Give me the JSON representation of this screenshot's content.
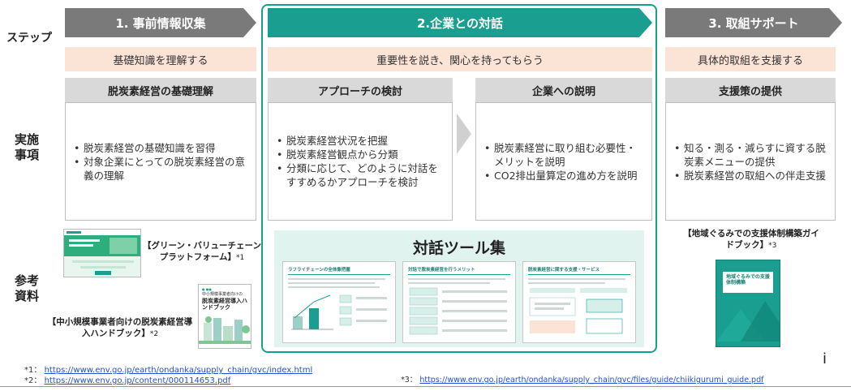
{
  "rows": {
    "step": "ステップ",
    "implementation": [
      "実施",
      "事項"
    ],
    "reference": [
      "参考",
      "資料"
    ]
  },
  "steps": [
    {
      "title": "1. 事前情報収集",
      "goal": "基礎知識を理解する"
    },
    {
      "title": "2.企業との対話",
      "goal": "重要性を説き、関心を持ってもらう"
    },
    {
      "title": "3. 取組サポート",
      "goal": "具体的取組を支援する"
    }
  ],
  "boxes": [
    {
      "header": "脱炭素経営の基礎理解",
      "bullets": [
        "脱炭素経営の基礎知識を習得",
        "対象企業にとっての脱炭素経営の意義の理解"
      ]
    },
    {
      "header": "アプローチの検討",
      "bullets": [
        "脱炭素経営状況を把握",
        "脱炭素経営観点から分類",
        "分類に応じて、どのように対話をすすめるかアプローチを検討"
      ]
    },
    {
      "header": "企業への説明",
      "bullets": [
        "脱炭素経営に取り組む必要性・メリットを説明",
        "CO2排出量算定の進め方を説明"
      ]
    },
    {
      "header": "支援策の提供",
      "bullets": [
        "知る・測る・減らすに資する脱炭素メニューの提供",
        "脱炭素経営の取組への伴走支援"
      ]
    }
  ],
  "tools": {
    "title": "対話ツール集",
    "slides": [
      "ラフライチェーンの全体像把握",
      "対話で脱炭素経営を行うメリット",
      "脱炭素経営に関する支援・サービス"
    ]
  },
  "references": {
    "green_value_chain": {
      "label": "【グリーン・バリューチェーンプラットフォーム】",
      "note": "*1"
    },
    "handbook": {
      "label": "【中小規模事業者向けの脱炭素経営導入ハンドブック】",
      "note": "*2",
      "cover_small": "中小規模事業者向けの",
      "cover_main": "脱炭素経営導入ハンドブック"
    },
    "guide": {
      "label": "【地域ぐるみでの支援体制構築ガイドブック】",
      "note": "*3",
      "cover": "地域ぐるみでの支援体制構築"
    }
  },
  "footnotes": [
    {
      "mark": "*1：",
      "url": "https://www.env.go.jp/earth/ondanka/supply_chain/gvc/index.html"
    },
    {
      "mark": "*2：",
      "url": "https://www.env.go.jp/content/000114653.pdf"
    },
    {
      "mark": "*3：",
      "url": "https://www.env.go.jp/earth/ondanka/supply_chain/gvc/files/guide/chiikigurumi_guide.pdf"
    }
  ],
  "page_marker": "i",
  "colors": {
    "teal": "#1a9e8f",
    "grey": "#7a7a7a",
    "peach": "#fbe3d6",
    "mint": "#e1f3ee"
  }
}
